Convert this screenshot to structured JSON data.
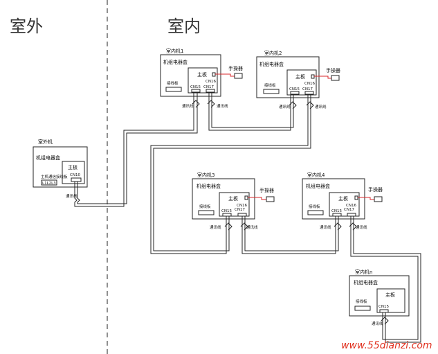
{
  "zones": {
    "outdoor": "室外",
    "indoor": "室内"
  },
  "outdoor_unit": {
    "title": "室外机",
    "ebox": "机组电器盒",
    "main_board": "主板",
    "port": "CN10",
    "terminal": "主机通信接线板",
    "terminal_pins": "L1L2L3",
    "wire": "通讯线"
  },
  "indoor_units": [
    {
      "title": "室内机1",
      "ebox": "机组电器盒",
      "main_board": "主板",
      "terminal": "接线板",
      "port_a": "CN15",
      "port_b": "CN16",
      "port_c": "CN17",
      "controller": "手操器",
      "wire_a": "通讯线",
      "wire_b": "通讯线"
    },
    {
      "title": "室内机2",
      "ebox": "机组电器盒",
      "main_board": "主板",
      "terminal": "接线板",
      "port_a": "CN15",
      "port_b": "CN16",
      "port_c": "CN17",
      "controller": "手操器",
      "wire_a": "通讯线",
      "wire_b": "通讯线"
    },
    {
      "title": "室内机3",
      "ebox": "机组电器盒",
      "main_board": "主板",
      "terminal": "接线板",
      "port_a": "CN15",
      "port_b": "CN16",
      "port_c": "CN17",
      "controller": "手操器",
      "wire_a": "通讯线",
      "wire_b": "通讯线"
    },
    {
      "title": "室内机4",
      "ebox": "机组电器盒",
      "main_board": "主板",
      "terminal": "接线板",
      "port_a": "CN15",
      "port_b": "CN16",
      "port_c": "CN17",
      "controller": "手操器",
      "wire_a": "通讯线",
      "wire_b": "通讯线"
    },
    {
      "title": "室内机n",
      "ebox": "机组电器盒",
      "main_board": "主板",
      "terminal": "接线板",
      "port_a": "CN15",
      "wire_a": "通讯线"
    }
  ],
  "watermark": "www.55dianzi.com",
  "colors": {
    "line": "#222222",
    "controller_wire": "#d8262a",
    "watermark": "#e0301e"
  }
}
